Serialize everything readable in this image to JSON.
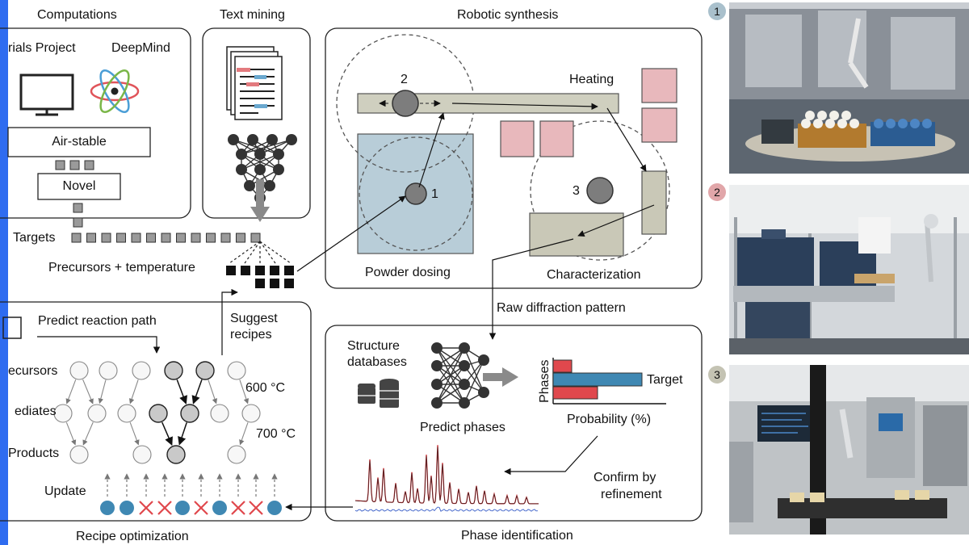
{
  "sections": {
    "computations": "Computations",
    "text_mining": "Text mining",
    "robotic_synthesis": "Robotic synthesis",
    "phase_identification": "Phase identification",
    "recipe_optimization": "Recipe optimization"
  },
  "computations": {
    "source_1": "rials Project",
    "source_2": "DeepMind",
    "filter_1": "Air-stable",
    "filter_2": "Novel"
  },
  "flow": {
    "targets": "Targets",
    "precursors_temperature": "Precursors + temperature",
    "suggest_recipes_line1": "Suggest",
    "suggest_recipes_line2": "recipes",
    "raw_diffraction": "Raw diffraction pattern"
  },
  "robotic": {
    "station_1": "1",
    "station_2": "2",
    "station_3": "3",
    "heating": "Heating",
    "powder_dosing": "Powder dosing",
    "characterization": "Characterization"
  },
  "recipe": {
    "predict_reaction_path": "Predict reaction path",
    "row_precursors": "ecursors",
    "row_intermediates": "ediates",
    "row_products": "Products",
    "temp_1": "600 °C",
    "temp_2": "700 °C",
    "update": "Update",
    "outcomes": [
      "success",
      "success",
      "fail",
      "fail",
      "success",
      "fail",
      "success",
      "fail",
      "fail",
      "success"
    ]
  },
  "phase": {
    "structure_db_line1": "Structure",
    "structure_db_line2": "databases",
    "predict_phases": "Predict phases",
    "phases_axis": "Phases",
    "probability_axis": "Probability (%)",
    "target": "Target",
    "confirm_line1": "Confirm by",
    "confirm_line2": "refinement"
  },
  "photos": {
    "badge_1": "1",
    "badge_2": "2",
    "badge_3": "3"
  },
  "colors": {
    "accent_blue": "#3f88b3",
    "accent_red": "#e0484d",
    "powder_box": "#b8cdd8",
    "heating_box": "#e8b8bc",
    "char_box": "#c9c8b7",
    "badge_1": "#a9c0cc",
    "badge_2": "#e1a6a9",
    "badge_3": "#c4c3b3"
  }
}
